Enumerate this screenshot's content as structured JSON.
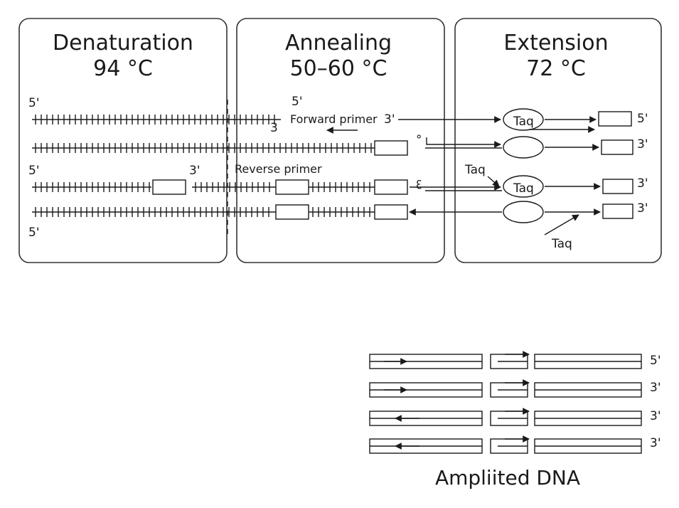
{
  "panels": [
    {
      "id": "denaturation",
      "title": "Denaturation",
      "temp": "94 °C"
    },
    {
      "id": "annealing",
      "title": "Annealing",
      "temp": "50–60 °C"
    },
    {
      "id": "extension",
      "title": "Extension",
      "temp": "72 °C"
    }
  ],
  "labels": {
    "d_top_5": "5'",
    "d_mid_5": "5'",
    "d_bottom_5": "5'",
    "d_mid_3": "3'",
    "d_top_3": "3",
    "a_top_5": "5'",
    "forward_primer": "Forward primer",
    "forward_3": "3'",
    "reverse_primer": "Reverse primer",
    "a_circle_mark": "°",
    "a_small_mark": "ꜫ",
    "taq_1": "Taq",
    "taq_2": "Taq",
    "taq_3": "Taq",
    "taq_4": "Taq",
    "e_end_1": "5'",
    "e_end_2": "3'",
    "e_end_3": "3'",
    "e_end_4": "3'"
  },
  "amplified": {
    "ends": [
      "5'",
      "3'",
      "3'",
      "3'"
    ],
    "caption": "Ampliited DNA"
  }
}
